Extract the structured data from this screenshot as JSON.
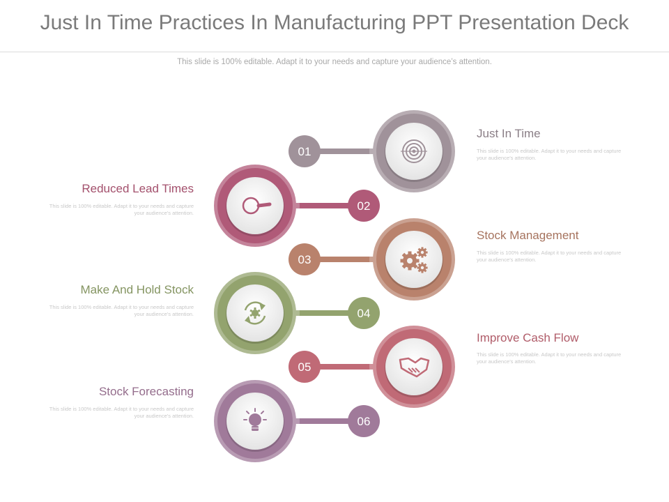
{
  "title": "Just In Time Practices In Manufacturing PPT Presentation Deck",
  "subtitle": "This slide is 100% editable. Adapt it to your needs and capture your audience’s attention.",
  "steps": [
    {
      "number": "01",
      "label": "Just In Time",
      "desc": "This slide is 100% editable. Adapt it to your needs and capture your audience’s attention.",
      "color": "#a0929a",
      "icon": "target-icon"
    },
    {
      "number": "02",
      "label": "Reduced Lead Times",
      "desc": "This slide is 100% editable. Adapt it to your needs and capture your audience’s attention.",
      "color": "#b05a78",
      "icon": "magnifier-icon"
    },
    {
      "number": "03",
      "label": "Stock Management",
      "desc": "This slide is 100% editable. Adapt it to your needs and capture your audience’s attention.",
      "color": "#b9826c",
      "icon": "gears-icon"
    },
    {
      "number": "04",
      "label": "Make And Hold Stock",
      "desc": "This slide is 100% editable. Adapt it to your needs and capture your audience’s attention.",
      "color": "#93a36e",
      "icon": "refresh-gear-icon"
    },
    {
      "number": "05",
      "label": "Improve Cash Flow",
      "desc": "This slide is 100% editable. Adapt it to your needs and capture your audience’s attention.",
      "color": "#c06a76",
      "icon": "handshake-icon"
    },
    {
      "number": "06",
      "label": "Stock Forecasting",
      "desc": "This slide is 100% editable. Adapt it to your needs and capture your audience’s attention.",
      "color": "#a07a9a",
      "icon": "lightbulb-icon"
    }
  ]
}
